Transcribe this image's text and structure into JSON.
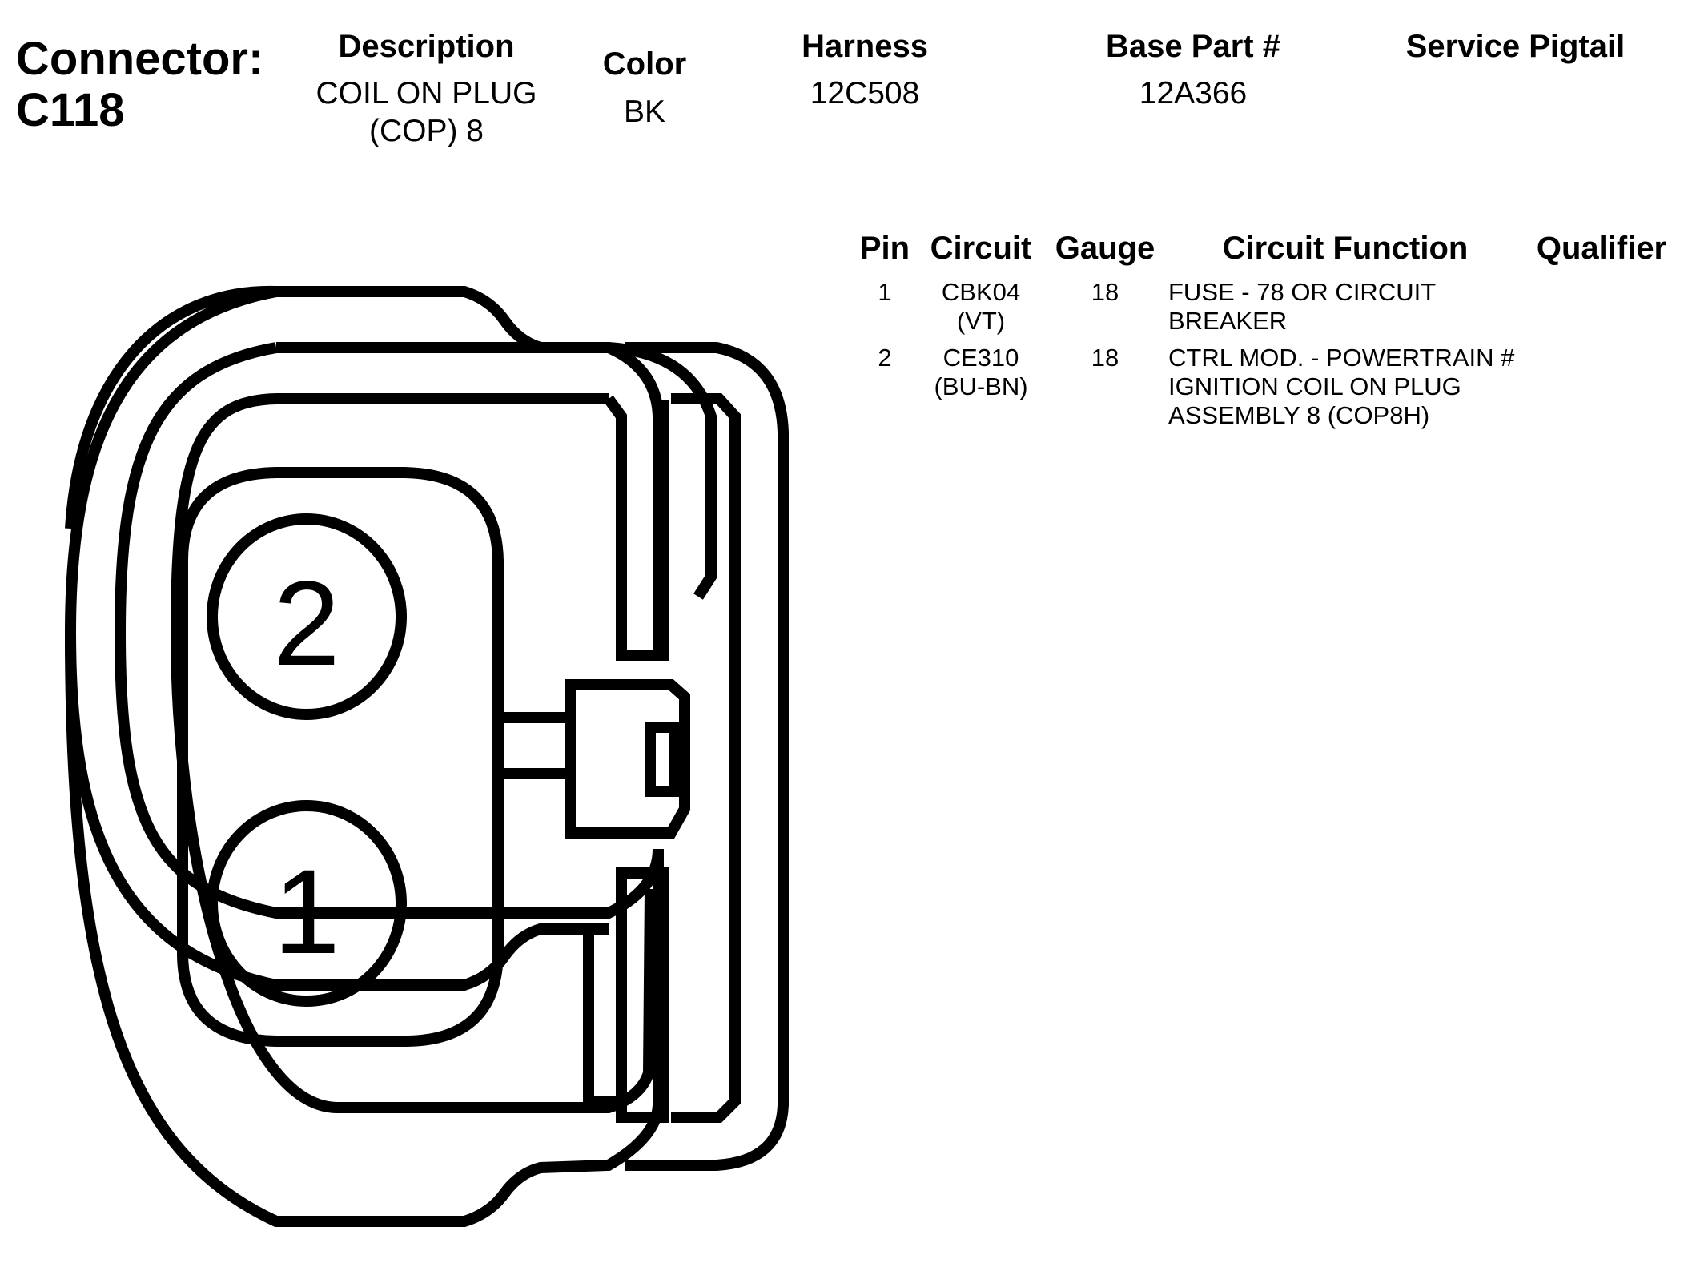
{
  "connector": {
    "label": "Connector:",
    "id": "C118"
  },
  "header": {
    "description_label": "Description",
    "description_line1": "COIL ON PLUG",
    "description_line2": "(COP) 8",
    "color_label": "Color",
    "color_value": "BK",
    "harness_label": "Harness",
    "harness_value": "12C508",
    "base_part_label": "Base Part #",
    "base_part_value": "12A366",
    "service_pigtail_label": "Service Pigtail",
    "service_pigtail_value": ""
  },
  "table": {
    "columns": [
      "Pin",
      "Circuit",
      "Gauge",
      "Circuit Function",
      "Qualifier"
    ],
    "rows": [
      {
        "pin": "1",
        "circuit_line1": "CBK04",
        "circuit_line2": "(VT)",
        "gauge": "18",
        "function_line1": "FUSE - 78 OR CIRCUIT",
        "function_line2": "BREAKER",
        "function_line3": "",
        "qualifier": ""
      },
      {
        "pin": "2",
        "circuit_line1": "CE310",
        "circuit_line2": "(BU-BN)",
        "gauge": "18",
        "function_line1": "CTRL MOD. - POWERTRAIN #",
        "function_line2": "IGNITION COIL ON PLUG",
        "function_line3": "ASSEMBLY 8 (COP8H)",
        "qualifier": ""
      }
    ]
  },
  "diagram": {
    "pin_labels": [
      "2",
      "1"
    ],
    "stroke_color": "#000000",
    "background_color": "#ffffff"
  }
}
